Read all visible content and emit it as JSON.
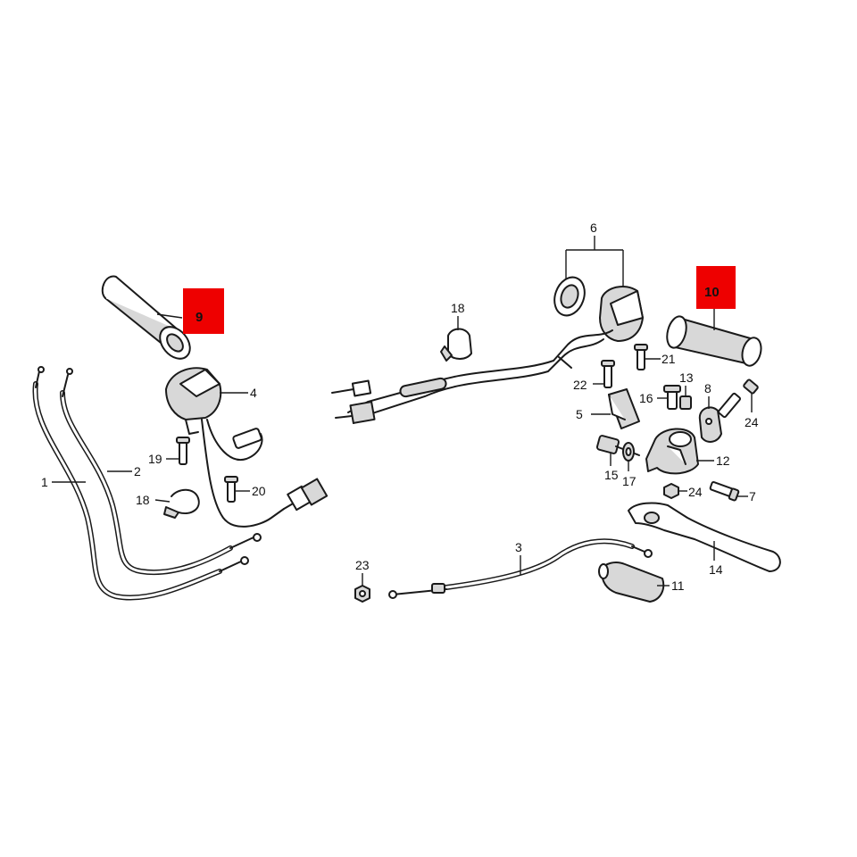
{
  "colors": {
    "highlight": "#ee0000",
    "line": "#1a1a1a",
    "background": "#ffffff"
  },
  "parts": [
    {
      "id": "p1",
      "label": "1",
      "name": "throttle cable A"
    },
    {
      "id": "p2",
      "label": "2",
      "name": "throttle cable B"
    },
    {
      "id": "p3",
      "label": "3",
      "name": "clutch cable"
    },
    {
      "id": "p4",
      "label": "4",
      "name": "left handlebar switch"
    },
    {
      "id": "p5",
      "label": "5",
      "name": "switch"
    },
    {
      "id": "p6",
      "label": "6",
      "name": "right handlebar switch"
    },
    {
      "id": "p7",
      "label": "7",
      "name": "screw"
    },
    {
      "id": "p8",
      "label": "8",
      "name": "holder"
    },
    {
      "id": "p9",
      "label": "9",
      "name": "left grip",
      "highlighted": true
    },
    {
      "id": "p10",
      "label": "10",
      "name": "right grip",
      "highlighted": true
    },
    {
      "id": "p11",
      "label": "11",
      "name": "lever cover"
    },
    {
      "id": "p12",
      "label": "12",
      "name": "lever bracket"
    },
    {
      "id": "p13",
      "label": "13",
      "name": "bolt"
    },
    {
      "id": "p14",
      "label": "14",
      "name": "lever"
    },
    {
      "id": "p15",
      "label": "15",
      "name": "adjuster"
    },
    {
      "id": "p16",
      "label": "16",
      "name": "bolt"
    },
    {
      "id": "p17",
      "label": "17",
      "name": "nut"
    },
    {
      "id": "p18a",
      "label": "18",
      "name": "band"
    },
    {
      "id": "p18b",
      "label": "18",
      "name": "band"
    },
    {
      "id": "p19",
      "label": "19",
      "name": "screw"
    },
    {
      "id": "p20",
      "label": "20",
      "name": "screw"
    },
    {
      "id": "p21",
      "label": "21",
      "name": "screw"
    },
    {
      "id": "p22",
      "label": "22",
      "name": "screw"
    },
    {
      "id": "p23",
      "label": "23",
      "name": "nut"
    },
    {
      "id": "p24",
      "label": "24",
      "name": "nut"
    },
    {
      "id": "p25",
      "label": "25",
      "name": "bolt"
    }
  ]
}
